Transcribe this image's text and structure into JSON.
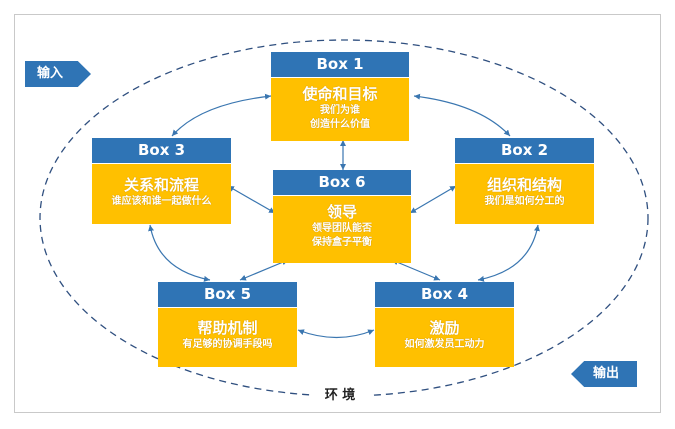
{
  "input_label": "输入",
  "output_label": "输出",
  "environment_label": "环 境",
  "boxes": {
    "box1": {
      "header": "Box 1",
      "title": "使命和目标",
      "subtitle1": "我们为谁",
      "subtitle2": "创造什么价值"
    },
    "box2": {
      "header": "Box 2",
      "title": "组织和结构",
      "subtitle1": "我们是如何分工的"
    },
    "box3": {
      "header": "Box 3",
      "title": "关系和流程",
      "subtitle1": "谁应该和谁一起做什么"
    },
    "box4": {
      "header": "Box 4",
      "title": "激励",
      "subtitle1": "如何激发员工动力"
    },
    "box5": {
      "header": "Box 5",
      "title": "帮助机制",
      "subtitle1": "有足够的协调手段吗"
    },
    "box6": {
      "header": "Box 6",
      "title": "领导",
      "subtitle1": "领导团队能否",
      "subtitle2": "保持盒子平衡"
    }
  },
  "colors": {
    "header": "#2f74b5",
    "body": "#ffc000",
    "connector": "#3a76b0",
    "ellipse": "#2f4f7f"
  }
}
